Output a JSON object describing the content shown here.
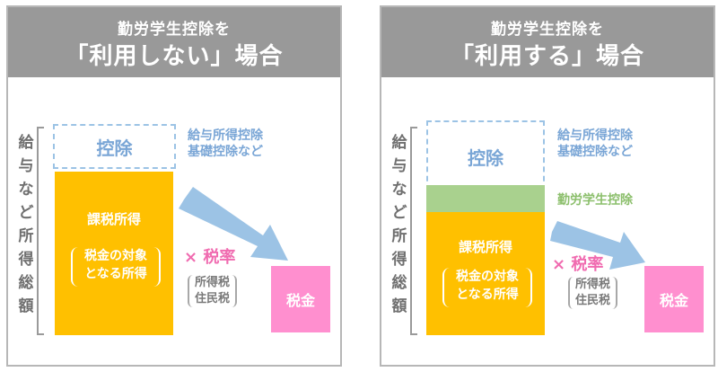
{
  "left": {
    "title_line1": "勤労学生控除を",
    "title_line2": "「利用しない」場合",
    "vertical_label": [
      "給",
      "与",
      "な",
      "ど",
      "所",
      "得",
      "総",
      "額"
    ],
    "deduction_box": "控除",
    "note_line1": "給与所得控除",
    "note_line2": "基礎控除など",
    "taxable_income": "課税所得",
    "taxable_note_line1": "税金の対象",
    "taxable_note_line2": "となる所得",
    "tax_rate": "× 税率",
    "tax_types_line1": "所得税",
    "tax_types_line2": "住民税",
    "tax": "税金"
  },
  "right": {
    "title_line1": "勤労学生控除を",
    "title_line2": "「利用する」場合",
    "vertical_label": [
      "給",
      "与",
      "な",
      "ど",
      "所",
      "得",
      "総",
      "額"
    ],
    "deduction_box": "控除",
    "note_line1": "給与所得控除",
    "note_line2": "基礎控除など",
    "student_deduction": "勤労学生控除",
    "taxable_income": "課税所得",
    "taxable_note_line1": "税金の対象",
    "taxable_note_line2": "となる所得",
    "tax_rate": "× 税率",
    "tax_types_line1": "所得税",
    "tax_types_line2": "住民税",
    "tax": "税金"
  },
  "colors": {
    "header": "#999999",
    "deduction": "#9cc3e5",
    "taxable": "#ffc000",
    "student_deduction": "#a9d18e",
    "tax": "#ff8fcf",
    "rate": "#f06bb0"
  }
}
